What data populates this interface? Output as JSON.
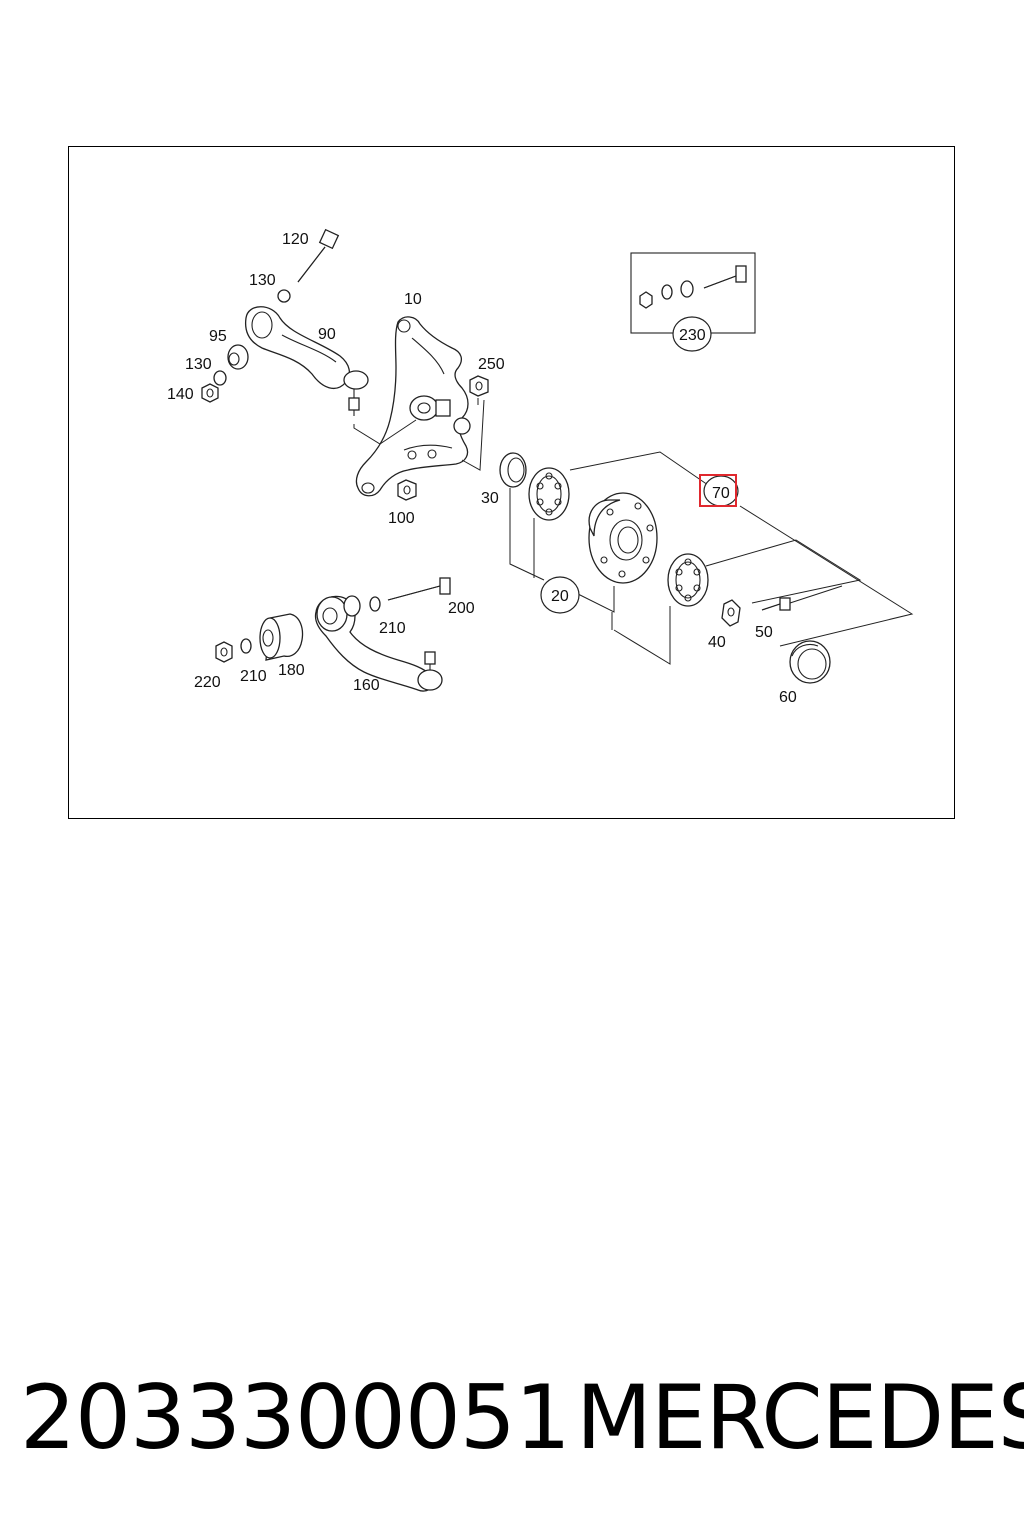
{
  "diagram": {
    "labels": {
      "l120": "120",
      "l130a": "130",
      "l10": "10",
      "l95": "95",
      "l90": "90",
      "l130b": "130",
      "l140": "140",
      "l250": "250",
      "l30": "30",
      "l100": "100",
      "l70": "70",
      "l20": "20",
      "l200": "200",
      "l210a": "210",
      "l40": "40",
      "l50": "50",
      "l220": "220",
      "l210b": "210",
      "l180": "180",
      "l160": "160",
      "l60": "60",
      "l230": "230"
    },
    "highlight_color": "#e0282e"
  },
  "caption": {
    "part_number": "2033300051",
    "brand": "MERCEDES"
  }
}
